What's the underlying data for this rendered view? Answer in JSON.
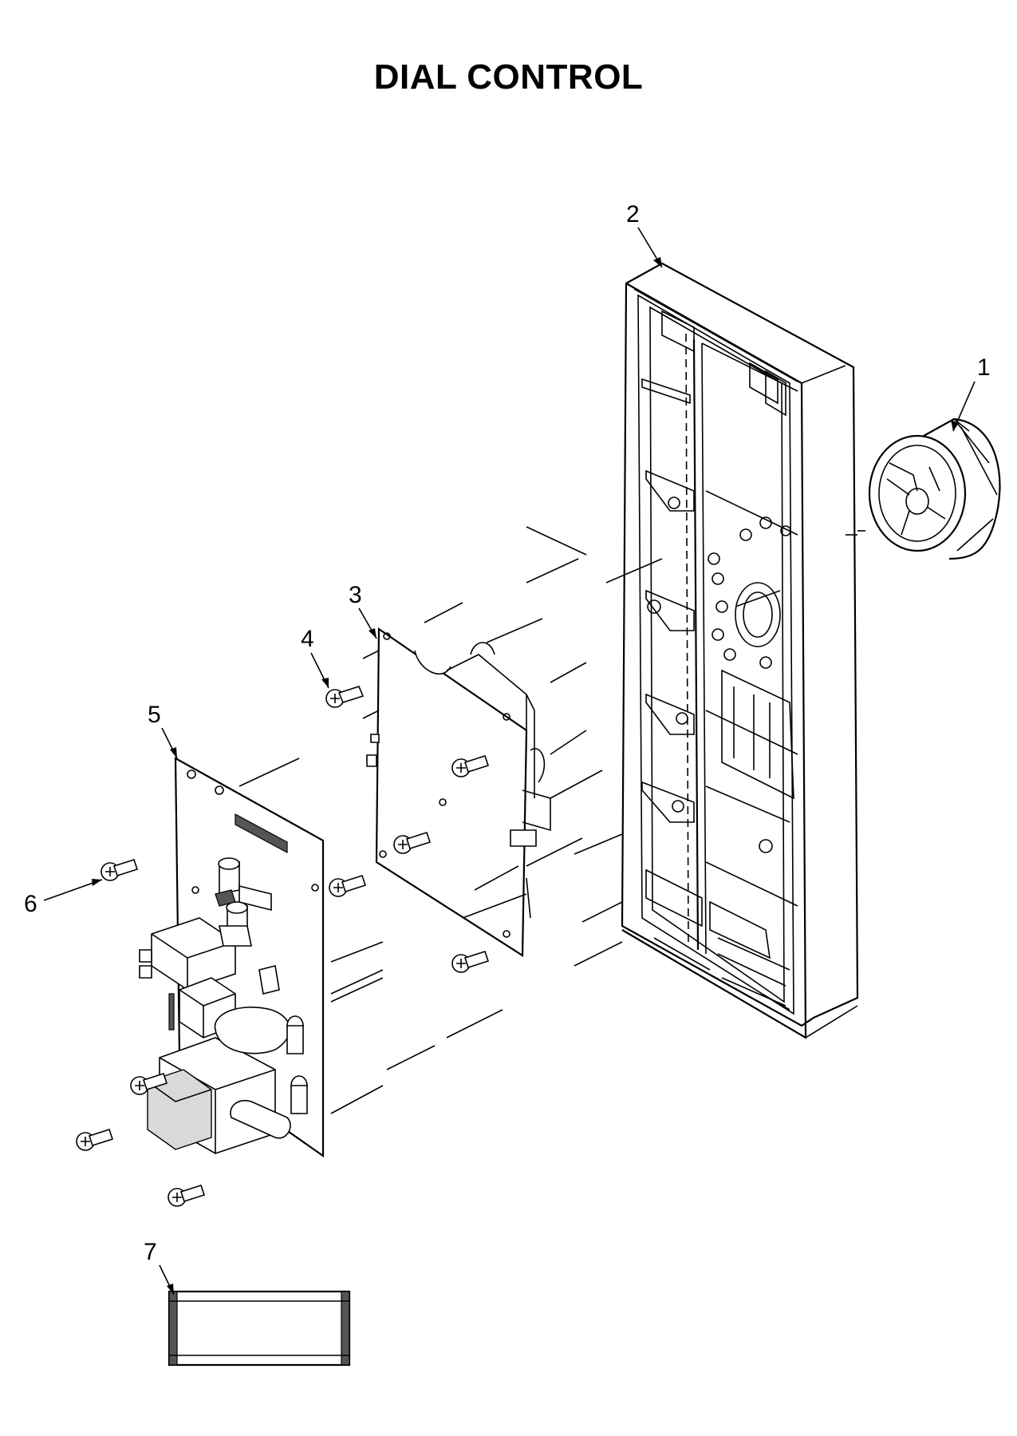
{
  "title": "DIAL CONTROL",
  "callouts": [
    {
      "id": "1",
      "text": "1"
    },
    {
      "id": "2",
      "text": "2"
    },
    {
      "id": "3",
      "text": "3"
    },
    {
      "id": "4",
      "text": "4"
    },
    {
      "id": "5",
      "text": "5"
    },
    {
      "id": "6",
      "text": "6"
    },
    {
      "id": "7",
      "text": "7"
    }
  ],
  "parts": [
    {
      "callout": "1",
      "icon": "dial-knob-icon"
    },
    {
      "callout": "2",
      "icon": "control-housing-icon"
    },
    {
      "callout": "3",
      "icon": "timer-bracket-icon"
    },
    {
      "callout": "4",
      "icon": "screw-icon"
    },
    {
      "callout": "5",
      "icon": "circuit-board-icon"
    },
    {
      "callout": "6",
      "icon": "screw-icon"
    },
    {
      "callout": "7",
      "icon": "ribbon-cable-icon"
    }
  ],
  "colors": {
    "line": "#000000",
    "background": "#ffffff"
  }
}
